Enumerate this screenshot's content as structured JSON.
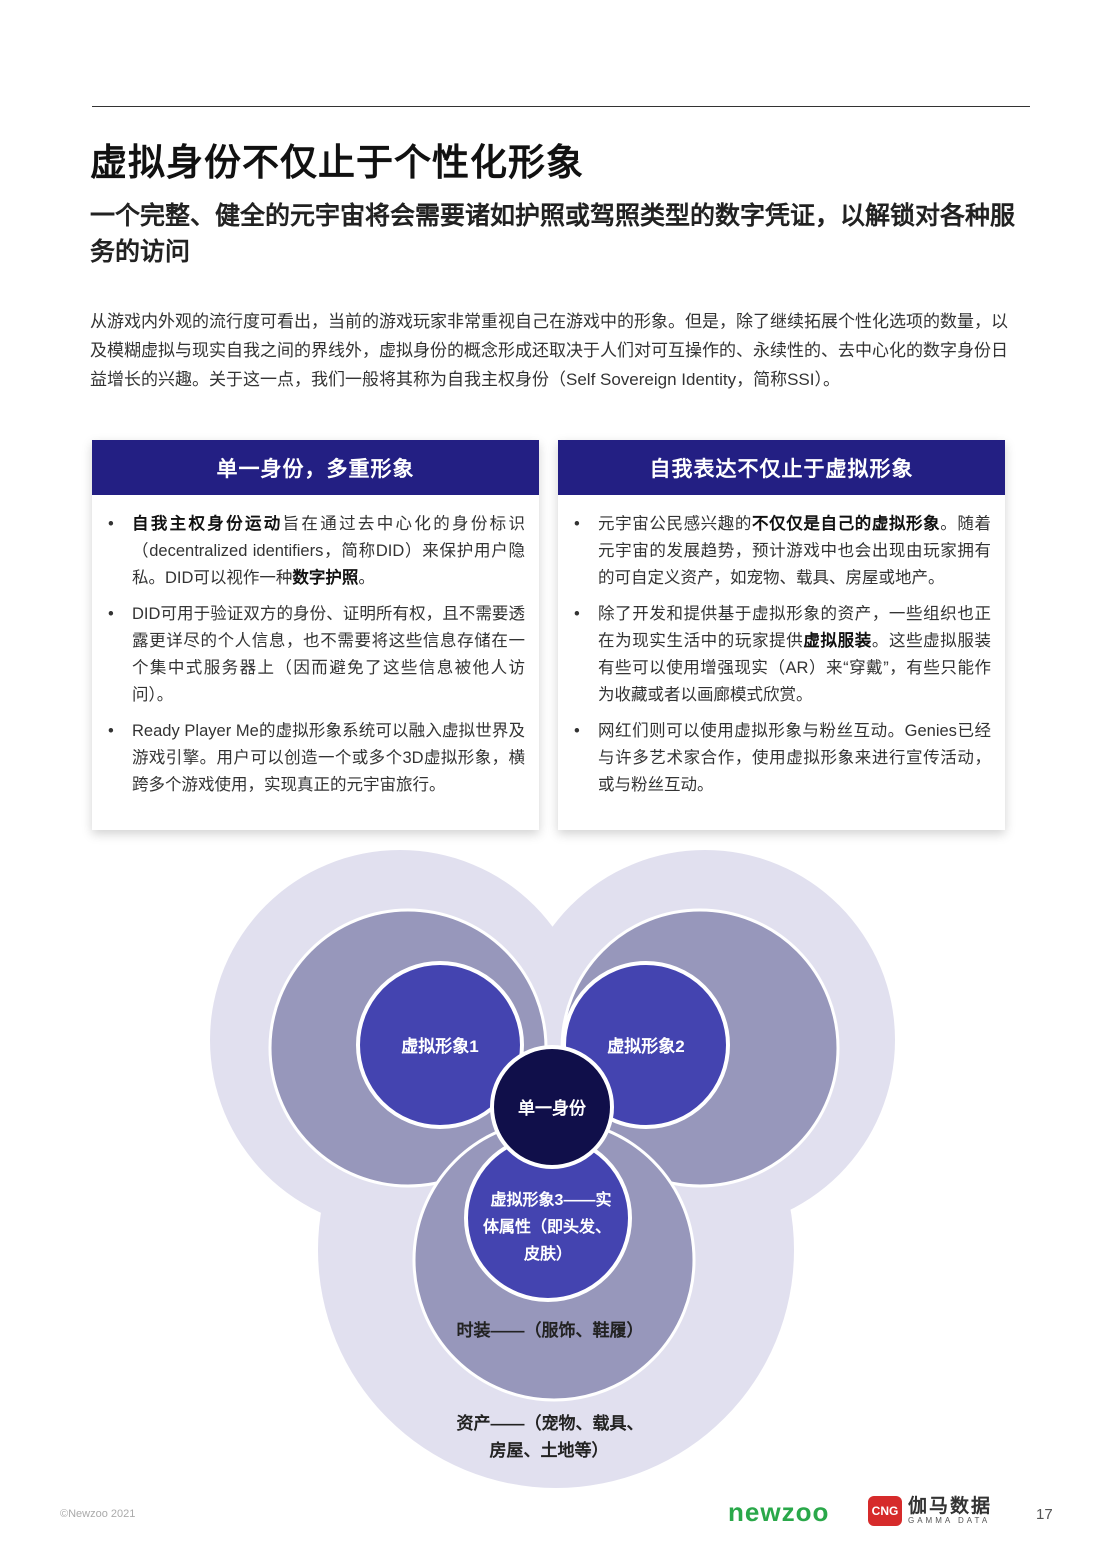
{
  "page": {
    "title": "虚拟身份不仅止于个性化形象",
    "subtitle": "一个完整、健全的元宇宙将会需要诸如护照或驾照类型的数字凭证，以解锁对各种服务的访问",
    "intro": "从游戏内外观的流行度可看出，当前的游戏玩家非常重视自己在游戏中的形象。但是，除了继续拓展个性化选项的数量，以及模糊虚拟与现实自我之间的界线外，虚拟身份的概念形成还取决于人们对可互操作的、永续性的、去中心化的数字身份日益增长的兴趣。关于这一点，我们一般将其称为自我主权身份（Self Sovereign Identity，简称SSI）。"
  },
  "cards": {
    "left": {
      "header": "单一身份，多重形象",
      "items": [
        {
          "b1": "自我主权身份运动",
          "t1": "旨在通过去中心化的身份标识（decentralized identifiers，简称DID）来保护用户隐私。DID可以视作一种",
          "b2": "数字护照",
          "t2": "。"
        },
        {
          "b1": "",
          "t1": "DID可用于验证双方的身份、证明所有权，且不需要透露更详尽的个人信息，也不需要将这些信息存储在一个集中式服务器上（因而避免了这些信息被他人访问）。",
          "b2": "",
          "t2": ""
        },
        {
          "b1": "",
          "t1": "Ready Player Me的虚拟形象系统可以融入虚拟世界及游戏引擎。用户可以创造一个或多个3D虚拟形象，横跨多个游戏使用，实现真正的元宇宙旅行。",
          "b2": "",
          "t2": ""
        }
      ]
    },
    "right": {
      "header": "自我表达不仅止于虚拟形象",
      "items": [
        {
          "b1": "",
          "t1": "元宇宙公民感兴趣的",
          "b2": "不仅仅是自己的虚拟形象",
          "t2": "。随着元宇宙的发展趋势，预计游戏中也会出现由玩家拥有的可自定义资产，如宠物、载具、房屋或地产。"
        },
        {
          "b1": "",
          "t1": "除了开发和提供基于虚拟形象的资产，一些组织也正在为现实生活中的玩家提供",
          "b2": "虚拟服装",
          "t2": "。这些虚拟服装有些可以使用增强现实（AR）来“穿戴”，有些只能作为收藏或者以画廊模式欣赏。"
        },
        {
          "b1": "",
          "t1": "网红们则可以使用虚拟形象与粉丝互动。Genies已经与许多艺术家合作，使用虚拟形象来进行宣传活动，或与粉丝互动。",
          "b2": "",
          "t2": ""
        }
      ]
    },
    "bullet": "•"
  },
  "diagram": {
    "center": "单一身份",
    "avatar1": "虚拟形象1",
    "avatar2": "虚拟形象2",
    "avatar3_l1": "虚拟形象3——实",
    "avatar3_l2": "体属性（即头发、",
    "avatar3_l3": "皮肤）",
    "fashion": "时装——（服饰、鞋履）",
    "assets_l1": "资产——（宠物、载具、",
    "assets_l2": "房屋、土地等）",
    "colors": {
      "outer": "#e1e0ef",
      "middle": "#9797bb",
      "inner": "#4444b0",
      "core": "#100f4a",
      "label": "#222222"
    }
  },
  "footer": {
    "copyright": "©Newzoo 2021",
    "newzoo": "newzoo",
    "gamma_mark": "CNG",
    "gamma_cn": "伽马数据",
    "gamma_en": "GAMMA DATA",
    "page_number": "17"
  }
}
